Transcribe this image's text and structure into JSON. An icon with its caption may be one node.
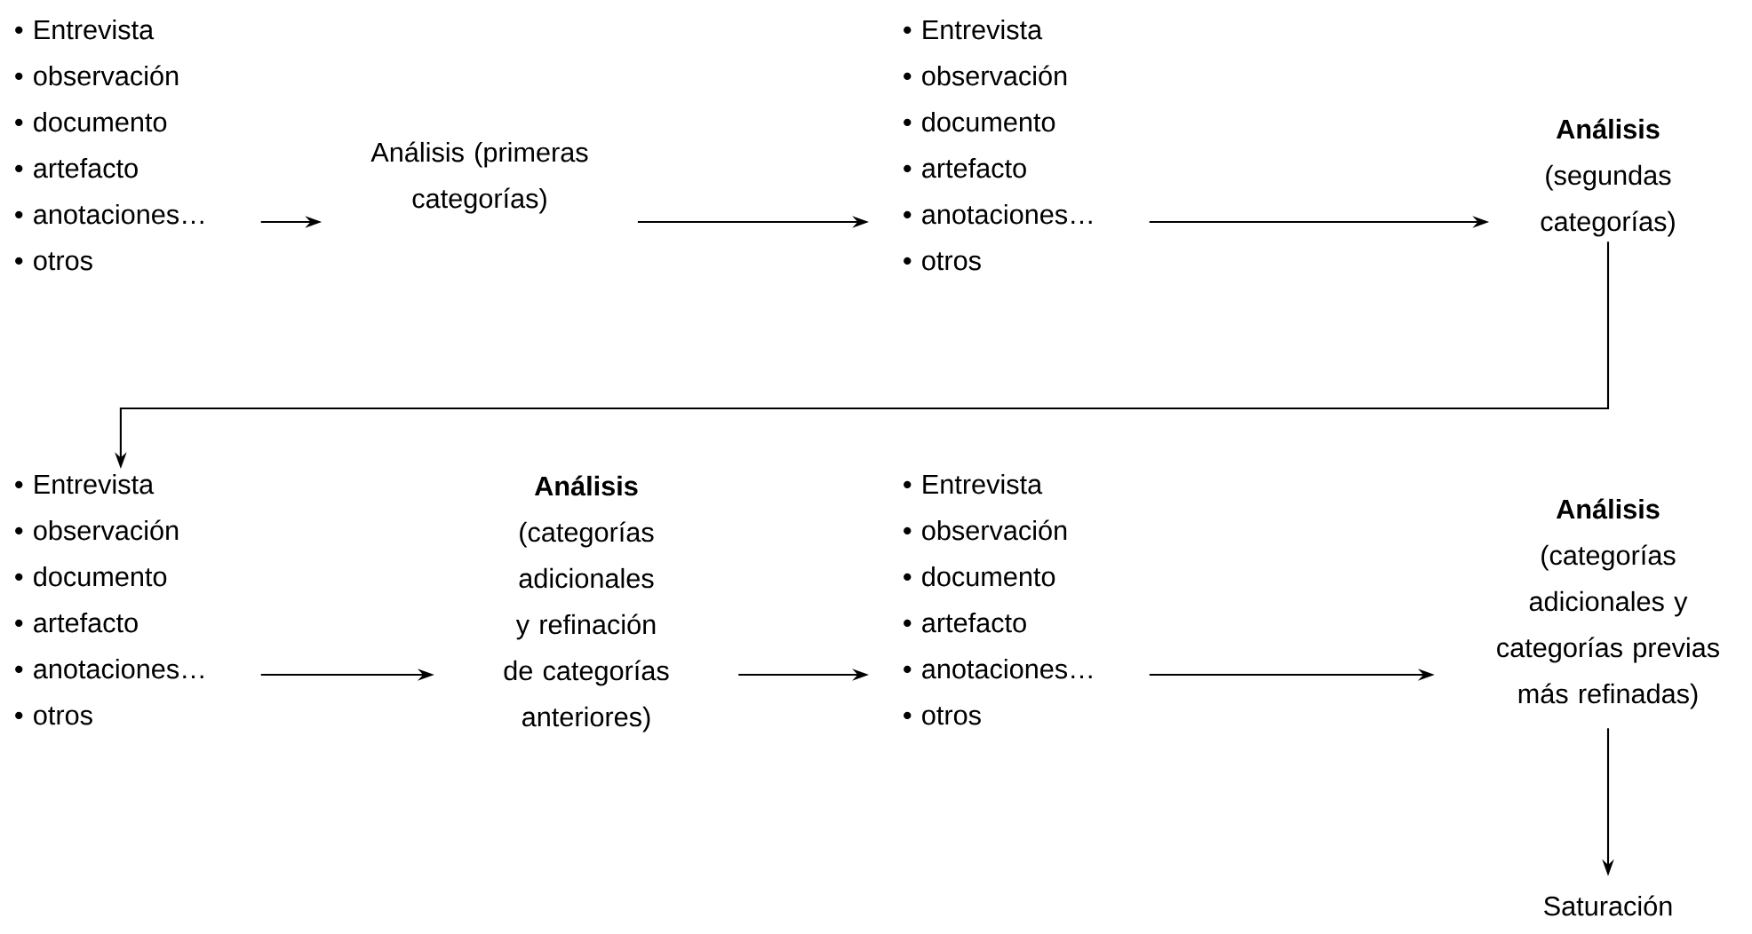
{
  "diagram": {
    "nodes": [
      {
        "text": [
          "• Entrevista",
          "• observación",
          "• documento",
          "• artefacto",
          "• anotaciones…",
          "• otros"
        ]
      },
      {
        "text": [
          "Análisis (primeras categorías)"
        ]
      },
      {
        "text": [
          "• Entrevista",
          "• observación",
          "• documento",
          "• artefacto",
          "• anotaciones…",
          "• otros"
        ]
      },
      {
        "text": [
          "Análisis",
          "(segundas categorías)"
        ]
      },
      {
        "text": [
          "• Entrevista",
          "• observación",
          "• documento",
          "• artefacto",
          "• anotaciones…",
          "• otros"
        ]
      },
      {
        "text": [
          "Análisis",
          "(categorías adicionales y refinación de categorías anteriores)"
        ]
      },
      {
        "text": [
          "• Entrevista",
          "• observación",
          "• documento",
          "• artefacto",
          "• anotaciones…",
          "• otros"
        ]
      },
      {
        "text": [
          "Análisis",
          "(categorías adicionales y categorías previas más refinadas)"
        ]
      },
      {
        "text": [
          "Saturación"
        ]
      }
    ],
    "edges": [
      {
        "from": 0,
        "to": 1,
        "arrow": "to"
      },
      {
        "from": 1,
        "to": 2,
        "arrow": "to"
      },
      {
        "from": 2,
        "to": 3,
        "arrow": "to"
      },
      {
        "from": 3,
        "to": 4,
        "arrow": "to"
      },
      {
        "from": 4,
        "to": 5,
        "arrow": "to"
      },
      {
        "from": 5,
        "to": 6,
        "arrow": "to"
      },
      {
        "from": 6,
        "to": 7,
        "arrow": "to"
      },
      {
        "from": 7,
        "to": 8,
        "arrow": "to"
      }
    ]
  }
}
